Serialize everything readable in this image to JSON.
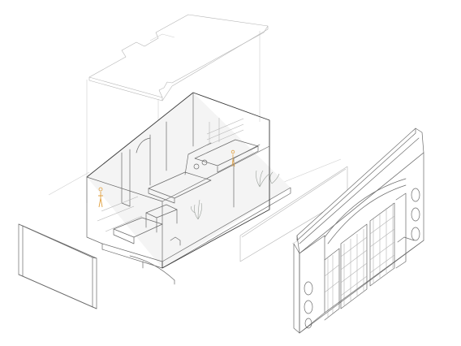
{
  "diagram": {
    "type": "exploded-axonometric",
    "parts": [
      {
        "id": "roof-slab",
        "label": ""
      },
      {
        "id": "interior-volume",
        "label": ""
      },
      {
        "id": "side-wall-panel",
        "label": ""
      },
      {
        "id": "glass-panel",
        "label": ""
      },
      {
        "id": "arched-facade",
        "label": ""
      }
    ]
  },
  "colors": {
    "line": "#6a6a6a",
    "light_line": "#b4b4b4",
    "ghost_line": "#cfcfcf",
    "accent_figure": "#e0a040",
    "plant": "#9aa09a"
  }
}
